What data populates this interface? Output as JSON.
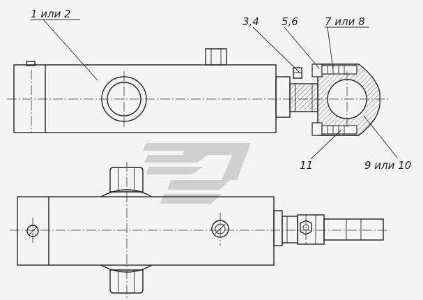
{
  "callouts": {
    "part_1_2": "1 или 2",
    "part_3_4": "3,4",
    "part_5_6": "5,6",
    "part_7_8": "7 или 8",
    "part_9_10": "9 или 10",
    "part_11": "11"
  },
  "colors": {
    "line": "#222222",
    "background": "#f4f4f4",
    "watermark": "#c8c8c8"
  }
}
